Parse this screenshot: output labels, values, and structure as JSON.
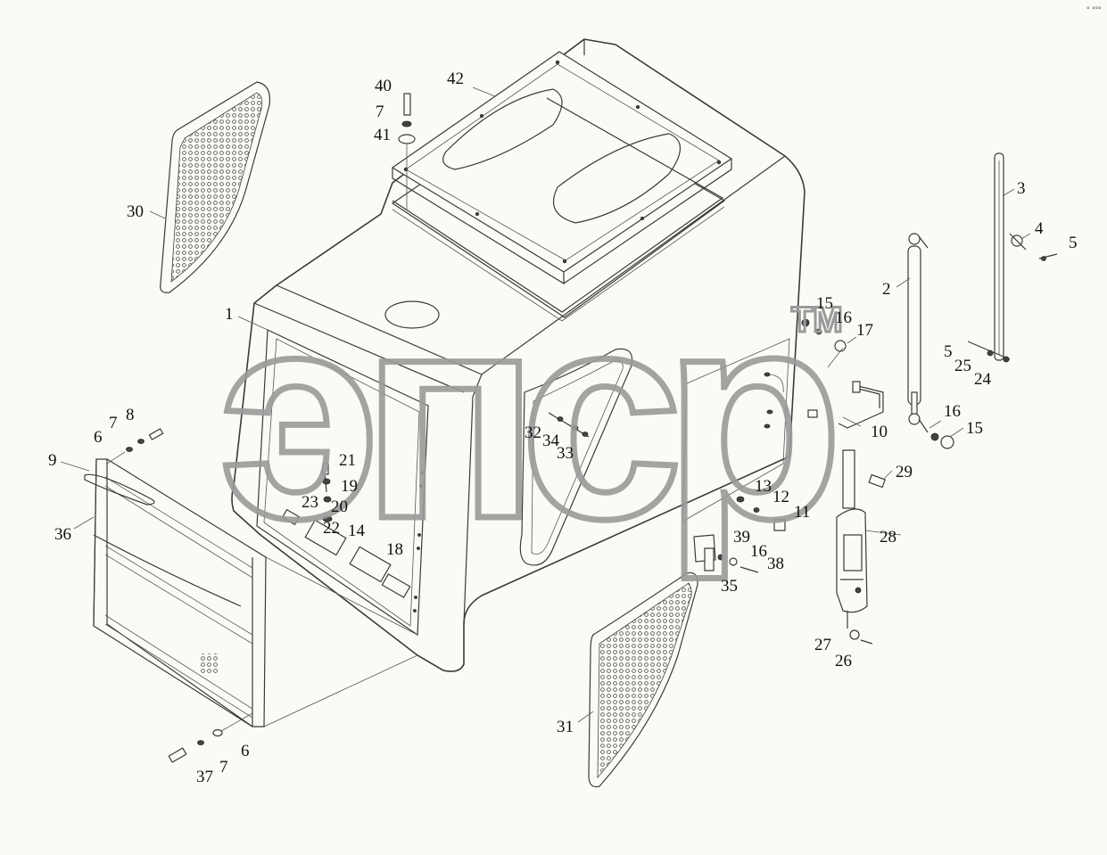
{
  "watermark": {
    "text": "эпср",
    "tm": "TM"
  },
  "corner_mark": "° °°°",
  "callouts": [
    {
      "id": "c1",
      "label": "1"
    },
    {
      "id": "c2",
      "label": "2"
    },
    {
      "id": "c3",
      "label": "3"
    },
    {
      "id": "c4",
      "label": "4"
    },
    {
      "id": "c5a",
      "label": "5"
    },
    {
      "id": "c5b",
      "label": "5"
    },
    {
      "id": "c6a",
      "label": "6"
    },
    {
      "id": "c6b",
      "label": "6"
    },
    {
      "id": "c7a",
      "label": "7"
    },
    {
      "id": "c7b",
      "label": "7"
    },
    {
      "id": "c7c",
      "label": "7"
    },
    {
      "id": "c8",
      "label": "8"
    },
    {
      "id": "c9",
      "label": "9"
    },
    {
      "id": "c10",
      "label": "10"
    },
    {
      "id": "c11",
      "label": "11"
    },
    {
      "id": "c12",
      "label": "12"
    },
    {
      "id": "c13",
      "label": "13"
    },
    {
      "id": "c14",
      "label": "14"
    },
    {
      "id": "c15a",
      "label": "15"
    },
    {
      "id": "c15b",
      "label": "15"
    },
    {
      "id": "c16a",
      "label": "16"
    },
    {
      "id": "c16b",
      "label": "16"
    },
    {
      "id": "c16c",
      "label": "16"
    },
    {
      "id": "c17",
      "label": "17"
    },
    {
      "id": "c18",
      "label": "18"
    },
    {
      "id": "c19",
      "label": "19"
    },
    {
      "id": "c20",
      "label": "20"
    },
    {
      "id": "c21",
      "label": "21"
    },
    {
      "id": "c22",
      "label": "22"
    },
    {
      "id": "c23",
      "label": "23"
    },
    {
      "id": "c24",
      "label": "24"
    },
    {
      "id": "c25",
      "label": "25"
    },
    {
      "id": "c26",
      "label": "26"
    },
    {
      "id": "c27",
      "label": "27"
    },
    {
      "id": "c28",
      "label": "28"
    },
    {
      "id": "c29",
      "label": "29"
    },
    {
      "id": "c30",
      "label": "30"
    },
    {
      "id": "c31",
      "label": "31"
    },
    {
      "id": "c32",
      "label": "32"
    },
    {
      "id": "c33",
      "label": "33"
    },
    {
      "id": "c34",
      "label": "34"
    },
    {
      "id": "c35",
      "label": "35"
    },
    {
      "id": "c36",
      "label": "36"
    },
    {
      "id": "c37",
      "label": "37"
    },
    {
      "id": "c38",
      "label": "38"
    },
    {
      "id": "c39",
      "label": "39"
    },
    {
      "id": "c40",
      "label": "40"
    },
    {
      "id": "c41",
      "label": "41"
    },
    {
      "id": "c42",
      "label": "42"
    }
  ]
}
